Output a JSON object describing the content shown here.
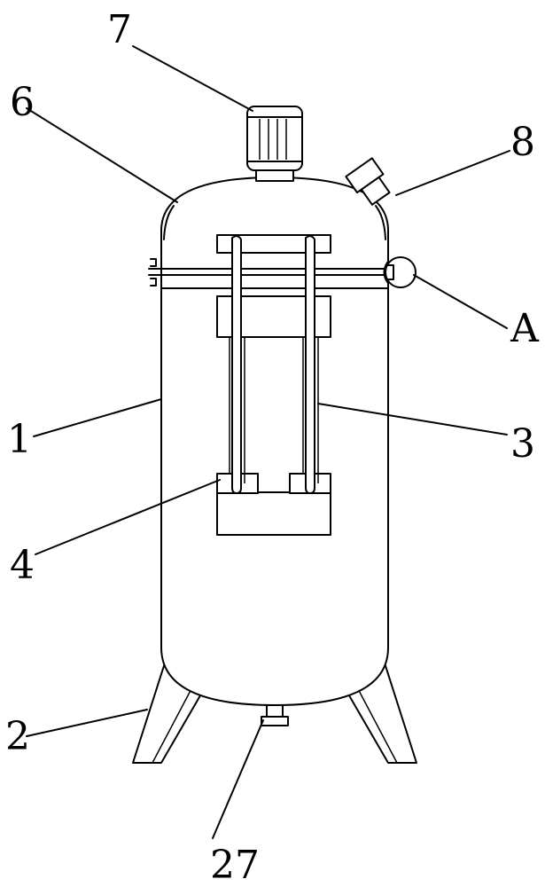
{
  "labels": {
    "tank_body": "1",
    "support_legs": "2",
    "inner_assembly": "3",
    "lower_block": "4",
    "top_cover": "6",
    "motor": "7",
    "inlet_pipe": "8",
    "detail_a": "A",
    "outlet_pipe": "27"
  }
}
